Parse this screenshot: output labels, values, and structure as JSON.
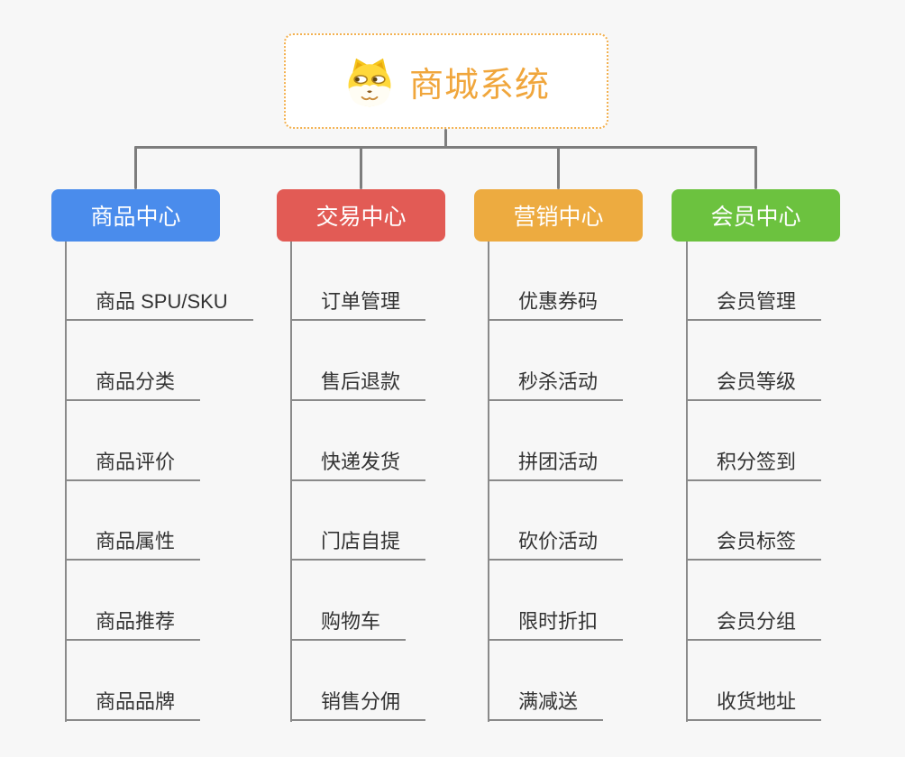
{
  "root": {
    "title": "商城系统",
    "icon": "dog-face-icon"
  },
  "branches": [
    {
      "label": "商品中心",
      "color": "#4A8CEC",
      "items": [
        "商品 SPU/SKU",
        "商品分类",
        "商品评价",
        "商品属性",
        "商品推荐",
        "商品品牌"
      ]
    },
    {
      "label": "交易中心",
      "color": "#E25B55",
      "items": [
        "订单管理",
        "售后退款",
        "快递发货",
        "门店自提",
        "购物车",
        "销售分佣"
      ]
    },
    {
      "label": "营销中心",
      "color": "#EDAB40",
      "items": [
        "优惠券码",
        "秒杀活动",
        "拼团活动",
        "砍价活动",
        "限时折扣",
        "满减送"
      ]
    },
    {
      "label": "会员中心",
      "color": "#6CC23F",
      "items": [
        "会员管理",
        "会员等级",
        "积分签到",
        "会员标签",
        "会员分组",
        "收货地址"
      ]
    }
  ],
  "colors": {
    "background": "#F7F7F7",
    "connector": "#7D7D7D",
    "leaf_line": "#8A8A8A",
    "leaf_text": "#333333",
    "root_text": "#F0A63C",
    "root_border": "#F3B150",
    "node_text": "#FFFFFF"
  }
}
